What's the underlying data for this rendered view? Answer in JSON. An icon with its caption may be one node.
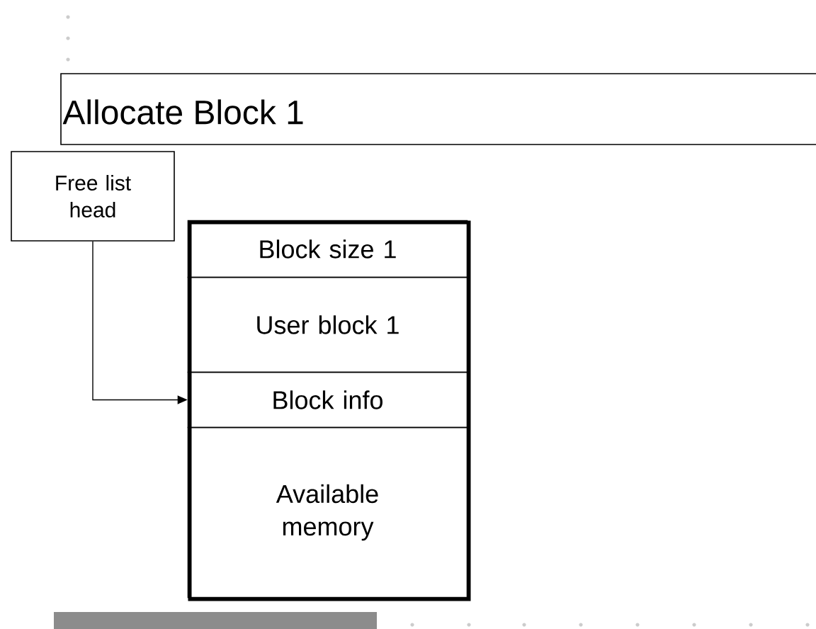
{
  "diagram": {
    "title": "Allocate Block 1",
    "nodes": [
      {
        "text": [
          "Free list head"
        ]
      },
      {
        "text": [],
        "shape": "box"
      },
      {
        "text": [
          "Block size 1"
        ],
        "in": 1
      },
      {
        "text": [
          "User block 1"
        ],
        "in": 1
      },
      {
        "text": [
          "Block info"
        ],
        "in": 1
      },
      {
        "text": [
          "Available memory"
        ],
        "in": 1
      }
    ],
    "edges": [
      {
        "from": 0,
        "to": 4,
        "arrow": "to"
      }
    ]
  }
}
